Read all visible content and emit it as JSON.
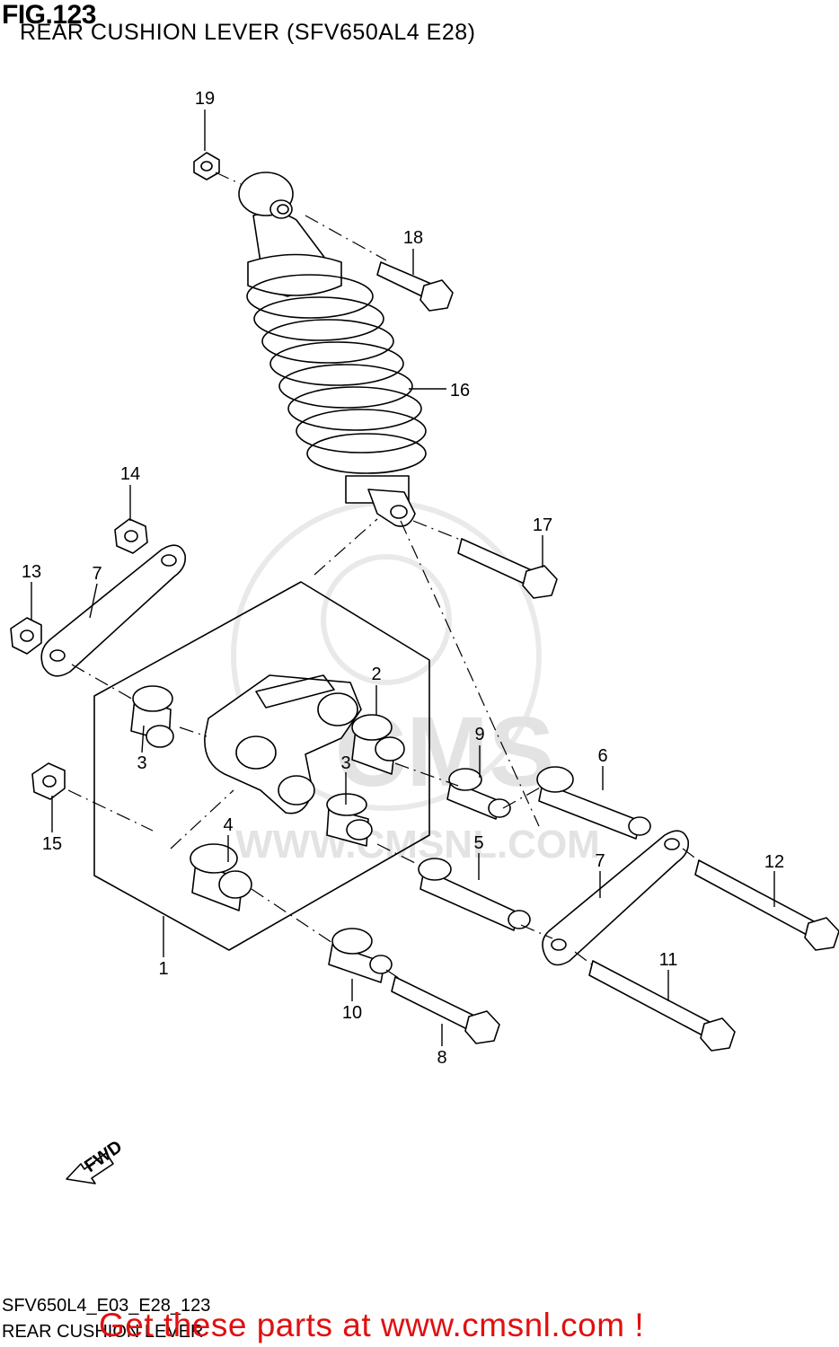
{
  "figure": {
    "number_label": "FIG.123",
    "title": "REAR CUSHION LEVER (SFV650AL4 E28)"
  },
  "watermark": {
    "brand": "CMS",
    "url": "WWW.CMSNL.COM"
  },
  "callouts": [
    {
      "id": "19",
      "label": "19"
    },
    {
      "id": "18",
      "label": "18"
    },
    {
      "id": "16",
      "label": "16"
    },
    {
      "id": "14",
      "label": "14"
    },
    {
      "id": "13",
      "label": "13"
    },
    {
      "id": "7a",
      "label": "7"
    },
    {
      "id": "17",
      "label": "17"
    },
    {
      "id": "2",
      "label": "2"
    },
    {
      "id": "3a",
      "label": "3"
    },
    {
      "id": "3b",
      "label": "3"
    },
    {
      "id": "9",
      "label": "9"
    },
    {
      "id": "6",
      "label": "6"
    },
    {
      "id": "15",
      "label": "15"
    },
    {
      "id": "4",
      "label": "4"
    },
    {
      "id": "5",
      "label": "5"
    },
    {
      "id": "7b",
      "label": "7"
    },
    {
      "id": "12",
      "label": "12"
    },
    {
      "id": "1",
      "label": "1"
    },
    {
      "id": "11",
      "label": "11"
    },
    {
      "id": "10",
      "label": "10"
    },
    {
      "id": "8",
      "label": "8"
    }
  ],
  "fwd_arrow_label": "FWD",
  "footer": {
    "code": "SFV650L4_E03_E28_123",
    "name": "REAR CUSHION LEVER",
    "cta": "Get these parts at www.cmsnl.com !"
  },
  "colors": {
    "cta": "#e01010",
    "watermark": "#d8d8d8",
    "line": "#000000"
  }
}
